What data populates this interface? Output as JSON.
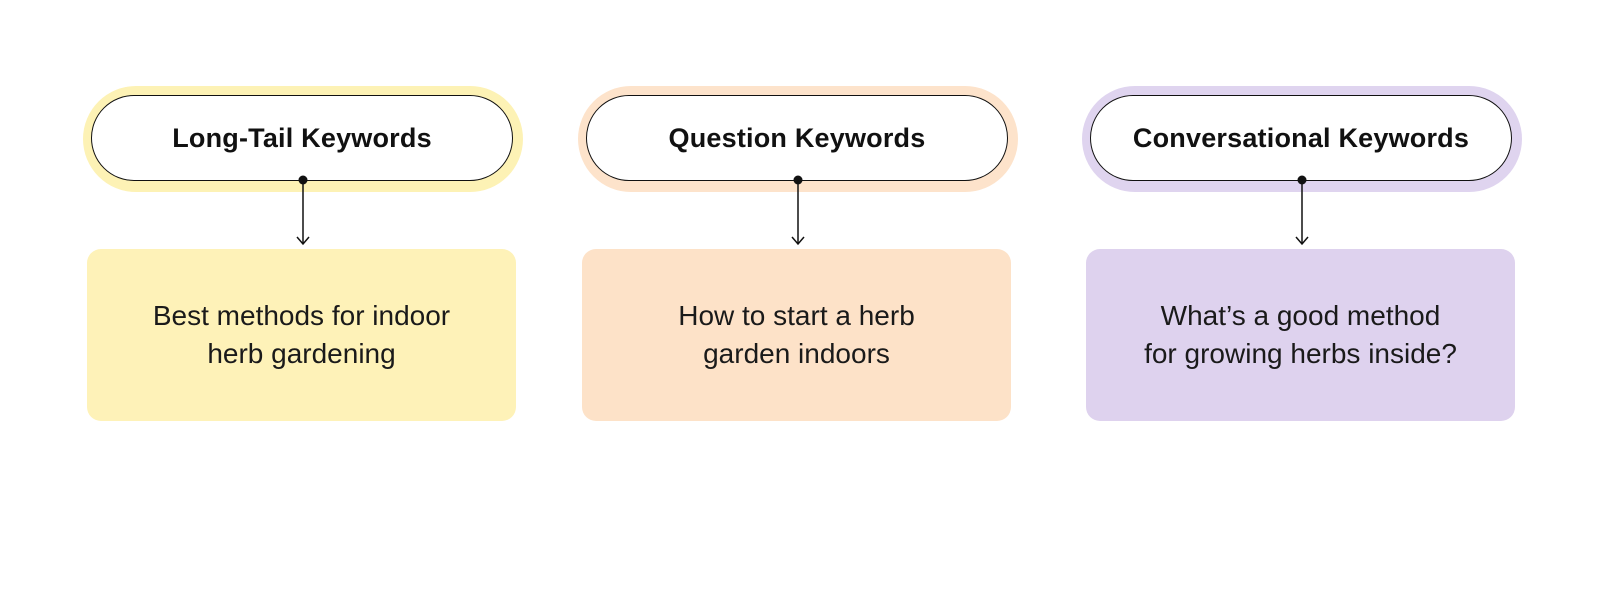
{
  "diagram": {
    "columns": [
      {
        "heading": "Long-Tail Keywords",
        "example": "Best methods for indoor\nherb gardening",
        "card_color": "#FEF2B8",
        "halo_color": "#FDF2B5"
      },
      {
        "heading": "Question Keywords",
        "example": "How to start a herb\ngarden indoors",
        "card_color": "#FDE2C8",
        "halo_color": "#FDE3CB"
      },
      {
        "heading": "Conversational Keywords",
        "example": "What’s a good method\nfor growing herbs inside?",
        "card_color": "#DED2EE",
        "halo_color": "#DFD4EF"
      }
    ]
  }
}
